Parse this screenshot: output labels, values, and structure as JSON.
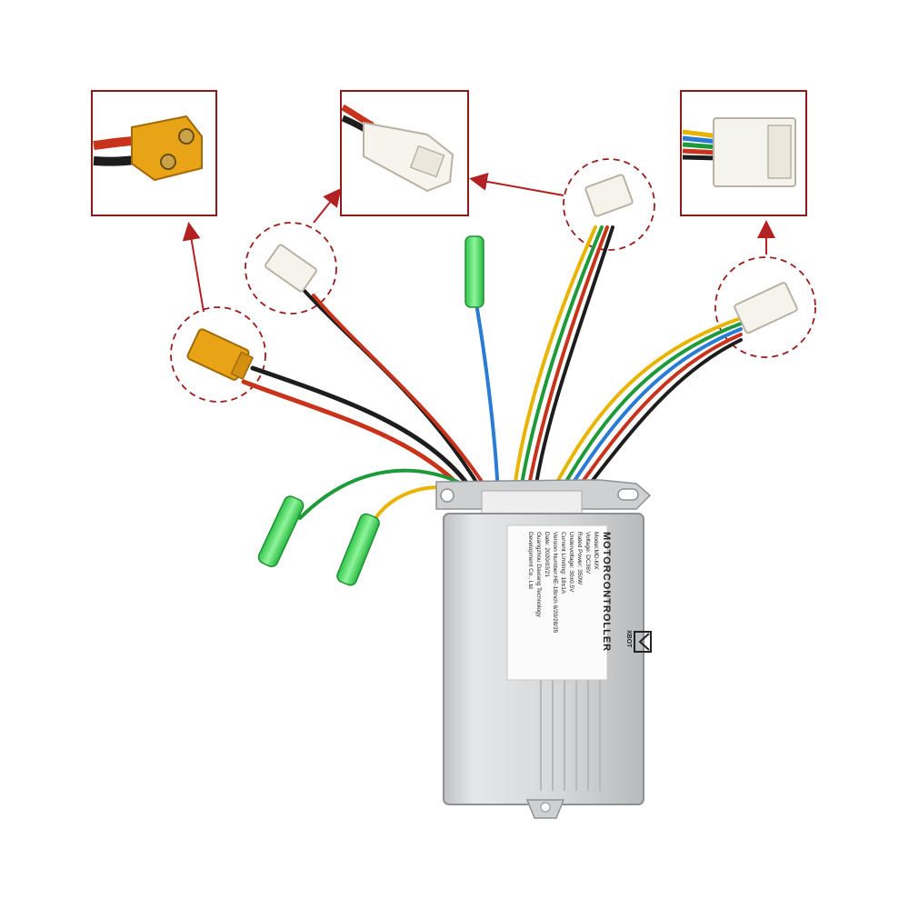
{
  "colors": {
    "frame": "#8b1a1a",
    "arrow": "#b22222",
    "housing": "#d9dadb",
    "xt_connector": "#e8a317",
    "green_cap": "#39d353"
  },
  "label": {
    "title": "MOTORCONTROLLER",
    "brand": "XBOT",
    "model": "Model:MD-MX",
    "voltage": "Voltage: DC36V",
    "rated_power": "Rated Power: 350W",
    "undervoltage": "Undervoltage: 30±0.5V",
    "current_limiting": "Current Limiting: 18±1A",
    "version": "Version Number:HE-18inch 6/20/28/35",
    "date": "Date: 2020/03/21",
    "maker_line1": "Guangzhou Daxiang Technology",
    "maker_line2": "Development Co., Ltd"
  }
}
